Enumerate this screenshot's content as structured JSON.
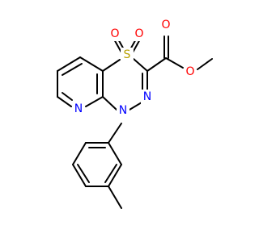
{
  "diagram": {
    "type": "chemical-structure",
    "atoms": [
      {
        "id": "S",
        "label": "S",
        "color": "#b8a000"
      },
      {
        "id": "O1",
        "label": "O",
        "color": "#ff0000"
      },
      {
        "id": "O2",
        "label": "O",
        "color": "#ff0000"
      },
      {
        "id": "N_ring",
        "label": "N",
        "color": "#0000ff"
      },
      {
        "id": "N_pyr",
        "label": "N",
        "color": "#0000ff"
      },
      {
        "id": "N_sub",
        "label": "N",
        "color": "#0000ff"
      },
      {
        "id": "O_carbonyl",
        "label": "O",
        "color": "#ff0000"
      },
      {
        "id": "O_ester",
        "label": "O",
        "color": "#ff0000"
      }
    ],
    "bond_color": "#000000"
  }
}
